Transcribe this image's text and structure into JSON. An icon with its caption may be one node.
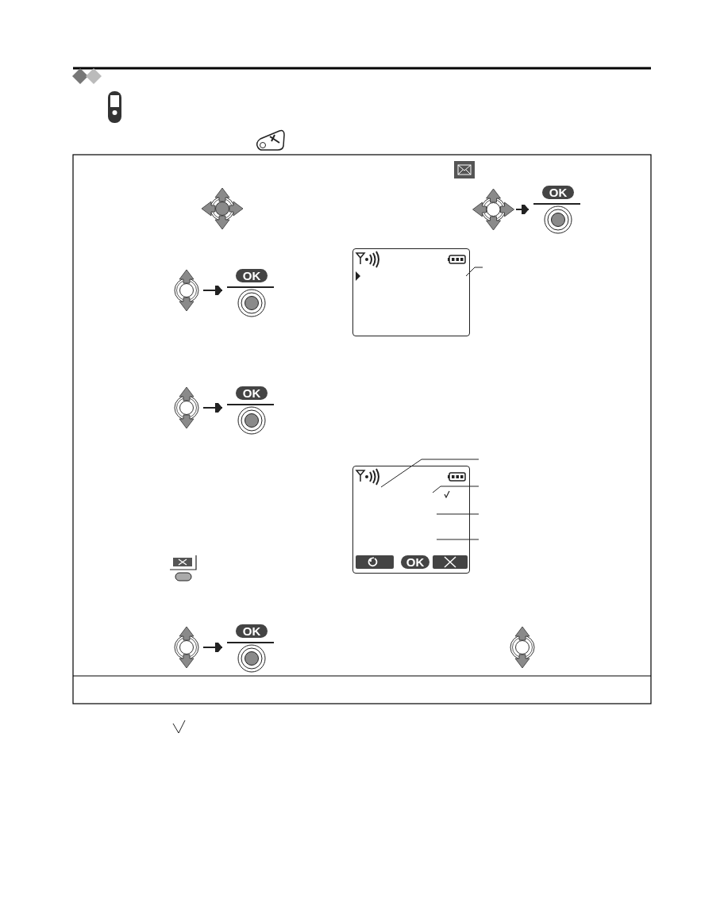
{
  "diagram": {
    "nodes": [
      {
        "text": [],
        "shape": "circle"
      },
      {
        "text": [
          "OK"
        ]
      },
      {
        "text": [],
        "shape": "circle"
      },
      {
        "text": [
          "OK"
        ]
      },
      {
        "text": [],
        "shape": "circle"
      },
      {
        "text": [
          "OK"
        ]
      },
      {
        "text": [],
        "shape": "circle"
      },
      {
        "text": [
          "OK"
        ]
      },
      {
        "text": [],
        "shape": "box"
      },
      {
        "text": [],
        "shape": "box"
      }
    ],
    "edges": [
      {
        "from": 0,
        "to": 1,
        "arrow": "to"
      },
      {
        "from": 2,
        "to": 3,
        "arrow": "to"
      },
      {
        "from": 4,
        "to": 5,
        "arrow": "to"
      },
      {
        "from": 6,
        "to": 7,
        "arrow": "to"
      },
      {
        "from": null,
        "to": 8,
        "arrow": "none"
      },
      {
        "from": null,
        "to": 9,
        "arrow": "none"
      },
      {
        "from": null,
        "to": 9,
        "arrow": "none"
      },
      {
        "from": null,
        "to": 9,
        "arrow": "none"
      },
      {
        "from": null,
        "to": 9,
        "arrow": "none"
      }
    ],
    "labels": [
      "OK"
    ]
  }
}
